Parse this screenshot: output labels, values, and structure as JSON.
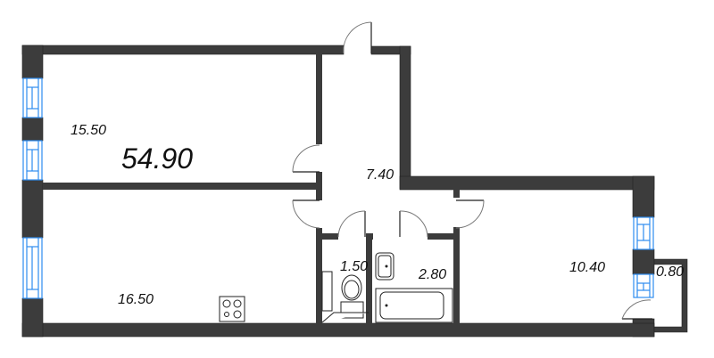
{
  "plan": {
    "total_area": "54.90",
    "rooms": [
      {
        "id": "room-upper-left",
        "area": "15.50"
      },
      {
        "id": "room-lower-left",
        "area": "16.50"
      },
      {
        "id": "hallway",
        "area": "7.40"
      },
      {
        "id": "toilet",
        "area": "1.50"
      },
      {
        "id": "bathroom",
        "area": "2.80"
      },
      {
        "id": "room-right",
        "area": "10.40"
      },
      {
        "id": "balcony",
        "area": "0.80"
      }
    ]
  },
  "colors": {
    "wall": "#3c3c3c",
    "window": "#2d8cf0",
    "background": "#ffffff"
  }
}
